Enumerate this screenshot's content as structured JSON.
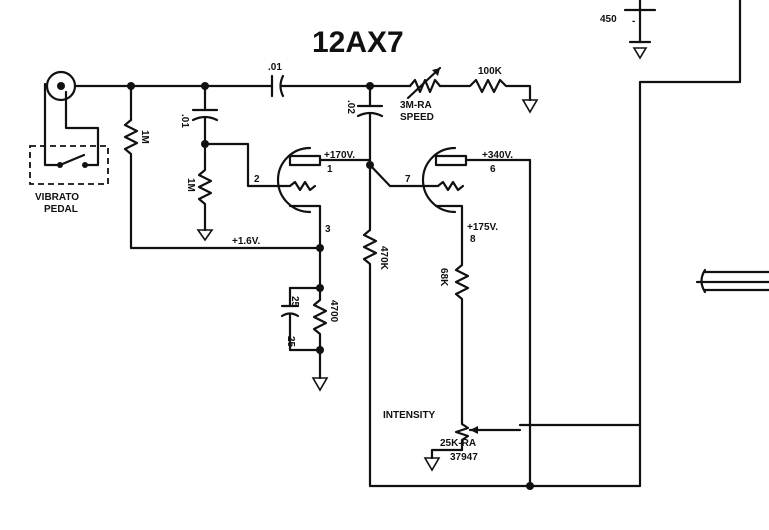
{
  "tube_label": "12AX7",
  "jack": {
    "pedal_label_1": "VIBRATO",
    "pedal_label_2": "PEDAL"
  },
  "components": {
    "r_input": "1M",
    "c_coupling_1": ".01",
    "c_shunt": ".01",
    "r_grid_1": "1M",
    "c_coupling_2": ".02",
    "pot_speed": "3M-RA",
    "speed_label": "SPEED",
    "r_100k": "100K",
    "r_plate_470k": "470K",
    "r_68k": "68K",
    "c_cathode": "25",
    "c_cathode_v": "25",
    "r_cathode": "4700",
    "pot_intensity_label": "INTENSITY",
    "pot_intensity_value": "25K-RA",
    "pot_intensity_part": "37947",
    "cap_top_right": "450",
    "cap_top_right_pol": "-"
  },
  "voltages": {
    "plate_1": "+170V.",
    "plate_2": "+340V.",
    "cathode_1": "+1.6V.",
    "cathode_2": "+175V."
  },
  "pins": {
    "p1": "1",
    "p2": "2",
    "p3": "3",
    "p6": "6",
    "p7": "7",
    "p8": "8"
  }
}
